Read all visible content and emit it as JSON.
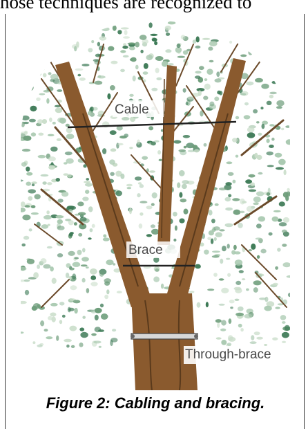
{
  "document": {
    "top_text": "hose techniques are recognized to",
    "figure": {
      "labels": {
        "cable": "Cable",
        "brace": "Brace",
        "through_brace": "Through-brace"
      },
      "caption": "Figure 2: Cabling and bracing."
    }
  },
  "colors": {
    "foliage_light": "#a9c9b0",
    "foliage_mid": "#6f9e7c",
    "foliage_dark": "#3d7a56",
    "trunk": "#8a5a2e",
    "trunk_dark": "#5a3a1c",
    "label_text": "#4a4a4a"
  }
}
